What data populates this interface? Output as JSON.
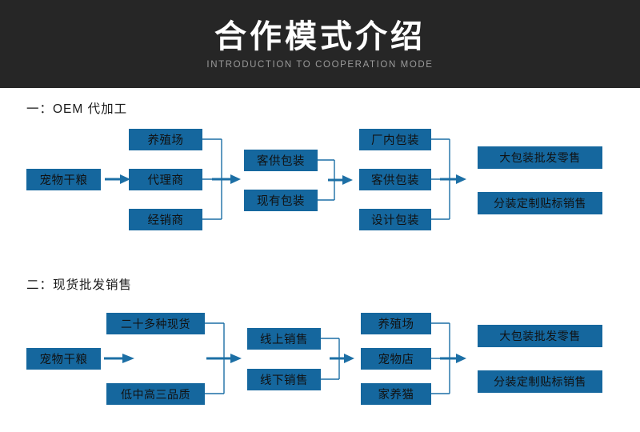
{
  "banner": {
    "title": "合作模式介绍",
    "subtitle": "INTRODUCTION TO COOPERATION MODE",
    "background": "#262626",
    "title_color": "#ffffff",
    "subtitle_color": "#9a9a9a"
  },
  "theme": {
    "box_fill": "#15679E",
    "line_color": "#1C6FA5",
    "page_background": "#ffffff",
    "text_color": "#111111"
  },
  "sections": [
    {
      "heading": "一：OEM 代加工",
      "columns": [
        {
          "name": "source",
          "nodes": [
            "宠物干粮"
          ]
        },
        {
          "name": "channel",
          "nodes": [
            "养殖场",
            "代理商",
            "经销商"
          ]
        },
        {
          "name": "packaging-source",
          "nodes": [
            "客供包装",
            "现有包装"
          ]
        },
        {
          "name": "packaging-type",
          "nodes": [
            "厂内包装",
            "客供包装",
            "设计包装"
          ]
        },
        {
          "name": "sales",
          "nodes": [
            "大包装批发零售",
            "分装定制贴标销售"
          ]
        }
      ]
    },
    {
      "heading": "二：现货批发销售",
      "columns": [
        {
          "name": "source",
          "nodes": [
            "宠物干粮"
          ]
        },
        {
          "name": "stock",
          "nodes": [
            "二十多种现货",
            "低中高三品质"
          ]
        },
        {
          "name": "sales-channel",
          "nodes": [
            "线上销售",
            "线下销售"
          ]
        },
        {
          "name": "customer",
          "nodes": [
            "养殖场",
            "宠物店",
            "家养猫"
          ]
        },
        {
          "name": "sales",
          "nodes": [
            "大包装批发零售",
            "分装定制贴标销售"
          ]
        }
      ]
    }
  ]
}
